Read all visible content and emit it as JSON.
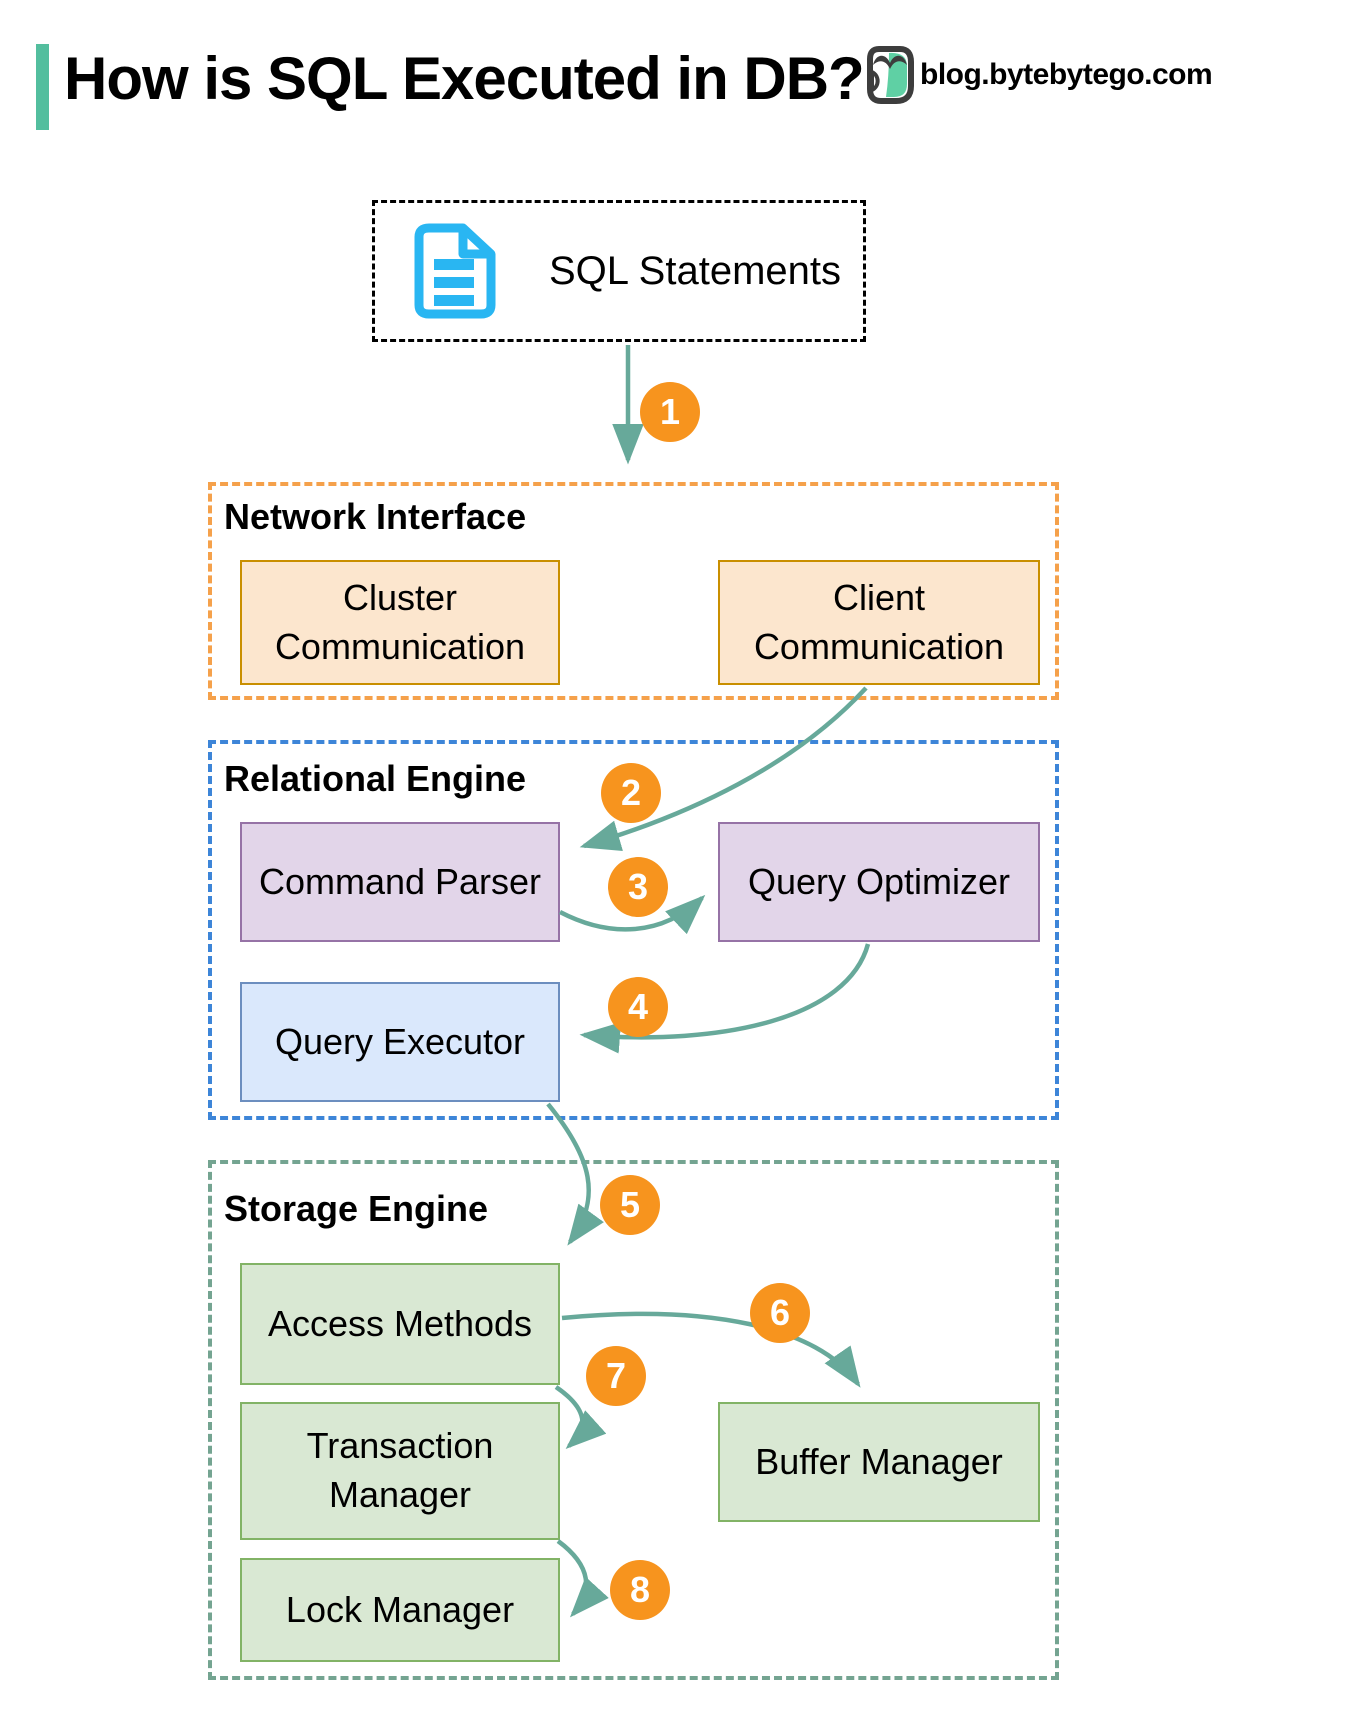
{
  "header": {
    "title": "How is SQL Executed in DB?",
    "site": "blog.bytebytego.com",
    "accent_color": "#53BE9E"
  },
  "sql_source": {
    "label": "SQL Statements",
    "icon": "sql-document-icon",
    "icon_color": "#29B6F2"
  },
  "regions": {
    "network": {
      "title": "Network Interface",
      "border_color": "#F5A14B",
      "box_fill": "#FCE6CE",
      "box_border": "#C98F00",
      "boxes": [
        {
          "label": "Cluster Communication"
        },
        {
          "label": "Client Communication"
        }
      ]
    },
    "relational": {
      "title": "Relational Engine",
      "border_color": "#3D85D8",
      "box_fill": "#E2D5E9",
      "box_border": "#9673A6",
      "executor_fill": "#DAE8FC",
      "executor_border": "#6C8EBF",
      "boxes": [
        {
          "label": "Command Parser"
        },
        {
          "label": "Query Optimizer"
        },
        {
          "label": "Query Executor"
        }
      ]
    },
    "storage": {
      "title": "Storage Engine",
      "border_color": "#74A491",
      "box_fill": "#D9E8D3",
      "box_border": "#82B366",
      "boxes": [
        {
          "label": "Access Methods"
        },
        {
          "label": "Transaction Manager"
        },
        {
          "label": "Buffer Manager"
        },
        {
          "label": "Lock Manager"
        }
      ]
    }
  },
  "steps": [
    {
      "label": "1"
    },
    {
      "label": "2"
    },
    {
      "label": "3"
    },
    {
      "label": "4"
    },
    {
      "label": "5"
    },
    {
      "label": "6"
    },
    {
      "label": "7"
    },
    {
      "label": "8"
    }
  ],
  "arrow_color": "#67A99A",
  "step_color": "#F7941E"
}
